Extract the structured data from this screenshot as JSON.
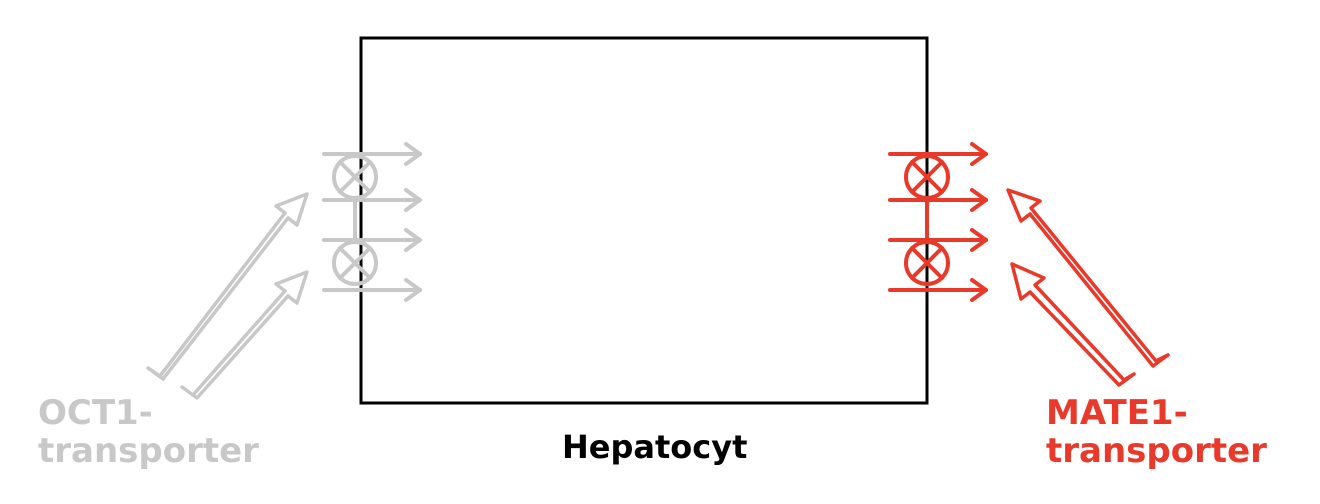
{
  "cell_label": "Hepatocyt",
  "transporters": {
    "left": {
      "line1": "OCT1-",
      "line2": "transporter",
      "color": "#c8c8c8"
    },
    "right": {
      "line1": "MATE1-",
      "line2": "transporter",
      "color": "#e8392a"
    }
  },
  "cell_color": "#000000"
}
